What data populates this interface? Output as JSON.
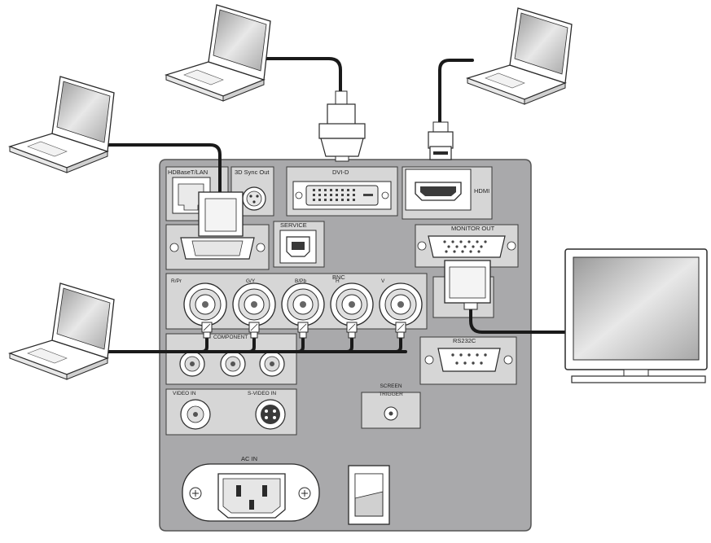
{
  "panel": {
    "color_panel": "#a9a9ab",
    "color_port_box": "#d6d6d6",
    "color_cable": "#1a1a1a",
    "labels": {
      "hdbaset": "HDBaseT/LAN",
      "sync_out": "3D Sync Out",
      "dvi_d": "DVI-D",
      "hdmi": "HDMI",
      "service": "SERVICE",
      "monitor_out": "MONITOR OUT",
      "bnc_group": "BNC",
      "bnc_r": "R/Pr",
      "bnc_g": "G/Y",
      "bnc_b": "B/Pb",
      "bnc_h": "H",
      "bnc_v": "V",
      "component": "COMPONENT",
      "rs232c": "RS232C",
      "video_in": "VIDEO IN",
      "svideo_in": "S-VIDEO IN",
      "screen_trigger_1": "SCREEN",
      "screen_trigger_2": "TRIGGER",
      "ac_in": "AC IN"
    }
  },
  "devices": {
    "laptops": [
      "laptop-top-left",
      "laptop-top-right",
      "laptop-left-upper",
      "laptop-left-lower"
    ],
    "monitor": "external-monitor"
  }
}
